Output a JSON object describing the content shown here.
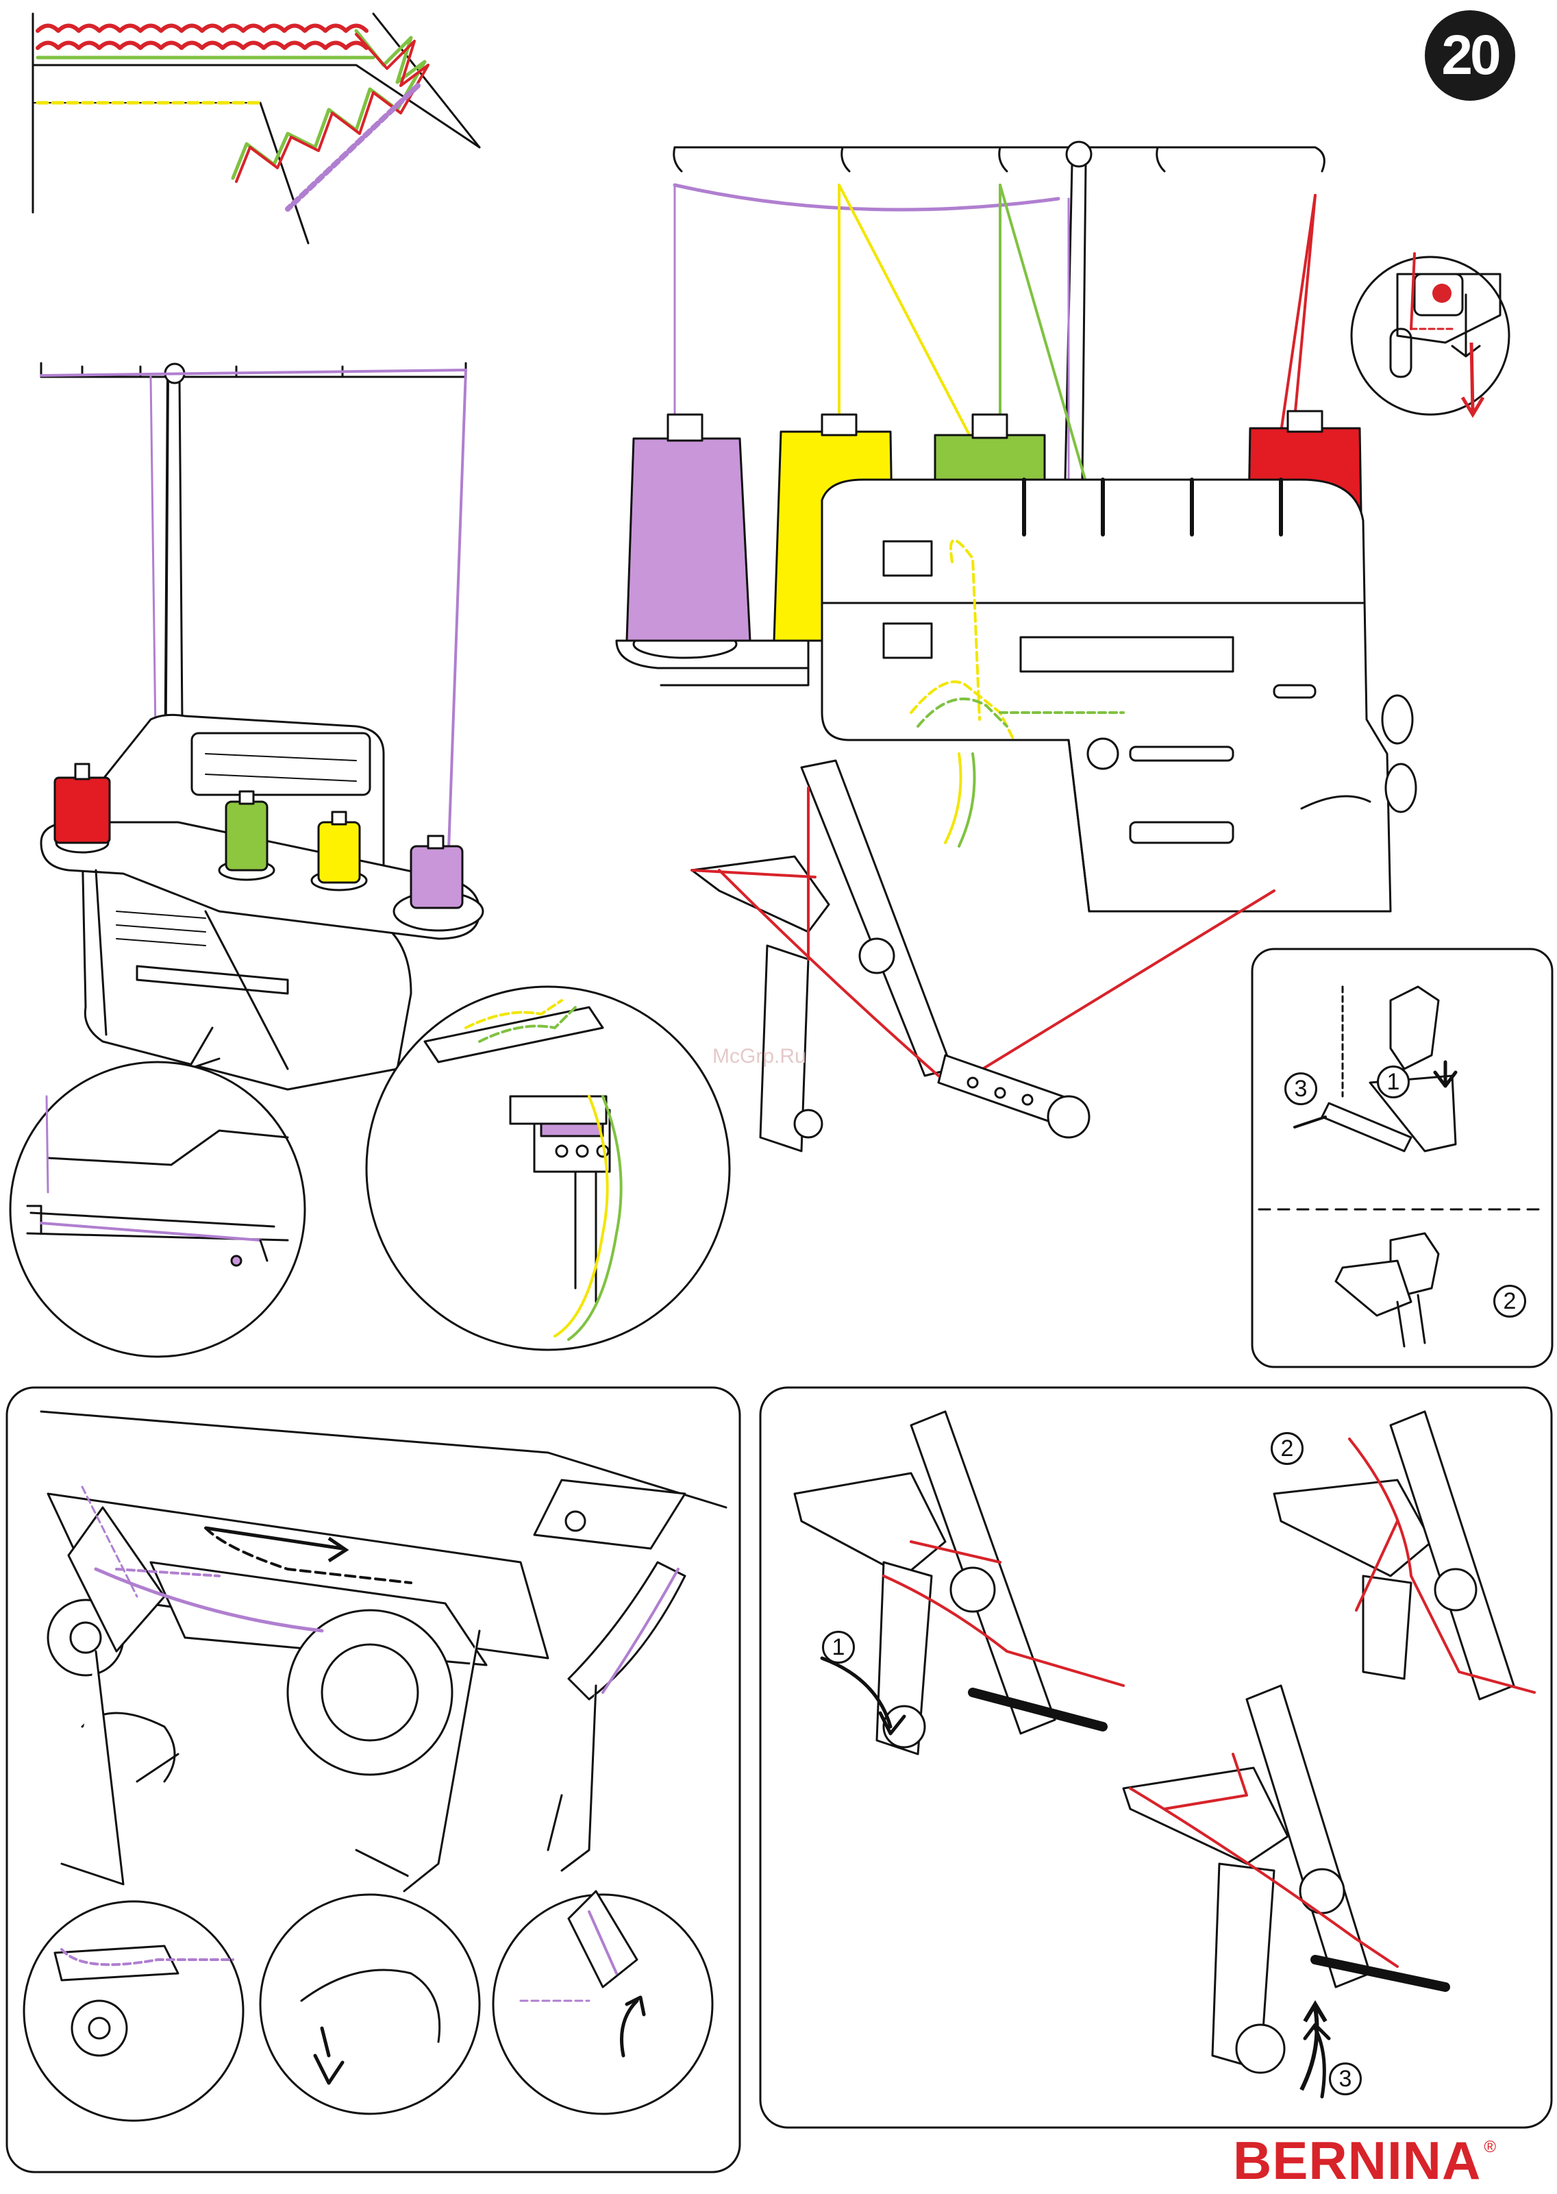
{
  "page": {
    "number": "20",
    "watermark": "McGrp.Ru"
  },
  "brand": {
    "name": "BERNINA",
    "registered": "®"
  },
  "steps": {
    "inset_top_right_1": "1",
    "inset_top_right_2": "2",
    "inset_top_right_3": "3",
    "looper_1": "1",
    "looper_2": "2",
    "looper_3": "3"
  },
  "colors": {
    "thread_purple": "#b07fd0",
    "thread_yellow": "#f2e600",
    "thread_green": "#7fc241",
    "thread_red": "#d8232a",
    "spool_purple": "#c996d9",
    "spool_yellow": "#fff200",
    "spool_green": "#8dc63f",
    "spool_red": "#e31b23",
    "line": "#111111",
    "brand": "#d8232a"
  },
  "icons": [
    "page-number-badge",
    "red-dot-icon",
    "arrow-down-icon",
    "arrow-right-icon",
    "curved-arrow-icon"
  ]
}
